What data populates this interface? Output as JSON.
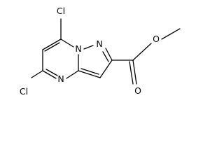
{
  "molecule": {
    "atoms": {
      "cl_top": "Cl",
      "cl_bottom": "Cl",
      "n_bridge": "N",
      "n_pyrazole": "N",
      "n_pyrimidine": "N",
      "o_carbonyl": "O",
      "o_ester": "O"
    }
  },
  "colors": {
    "bond": "#000000",
    "background": "#ffffff"
  }
}
